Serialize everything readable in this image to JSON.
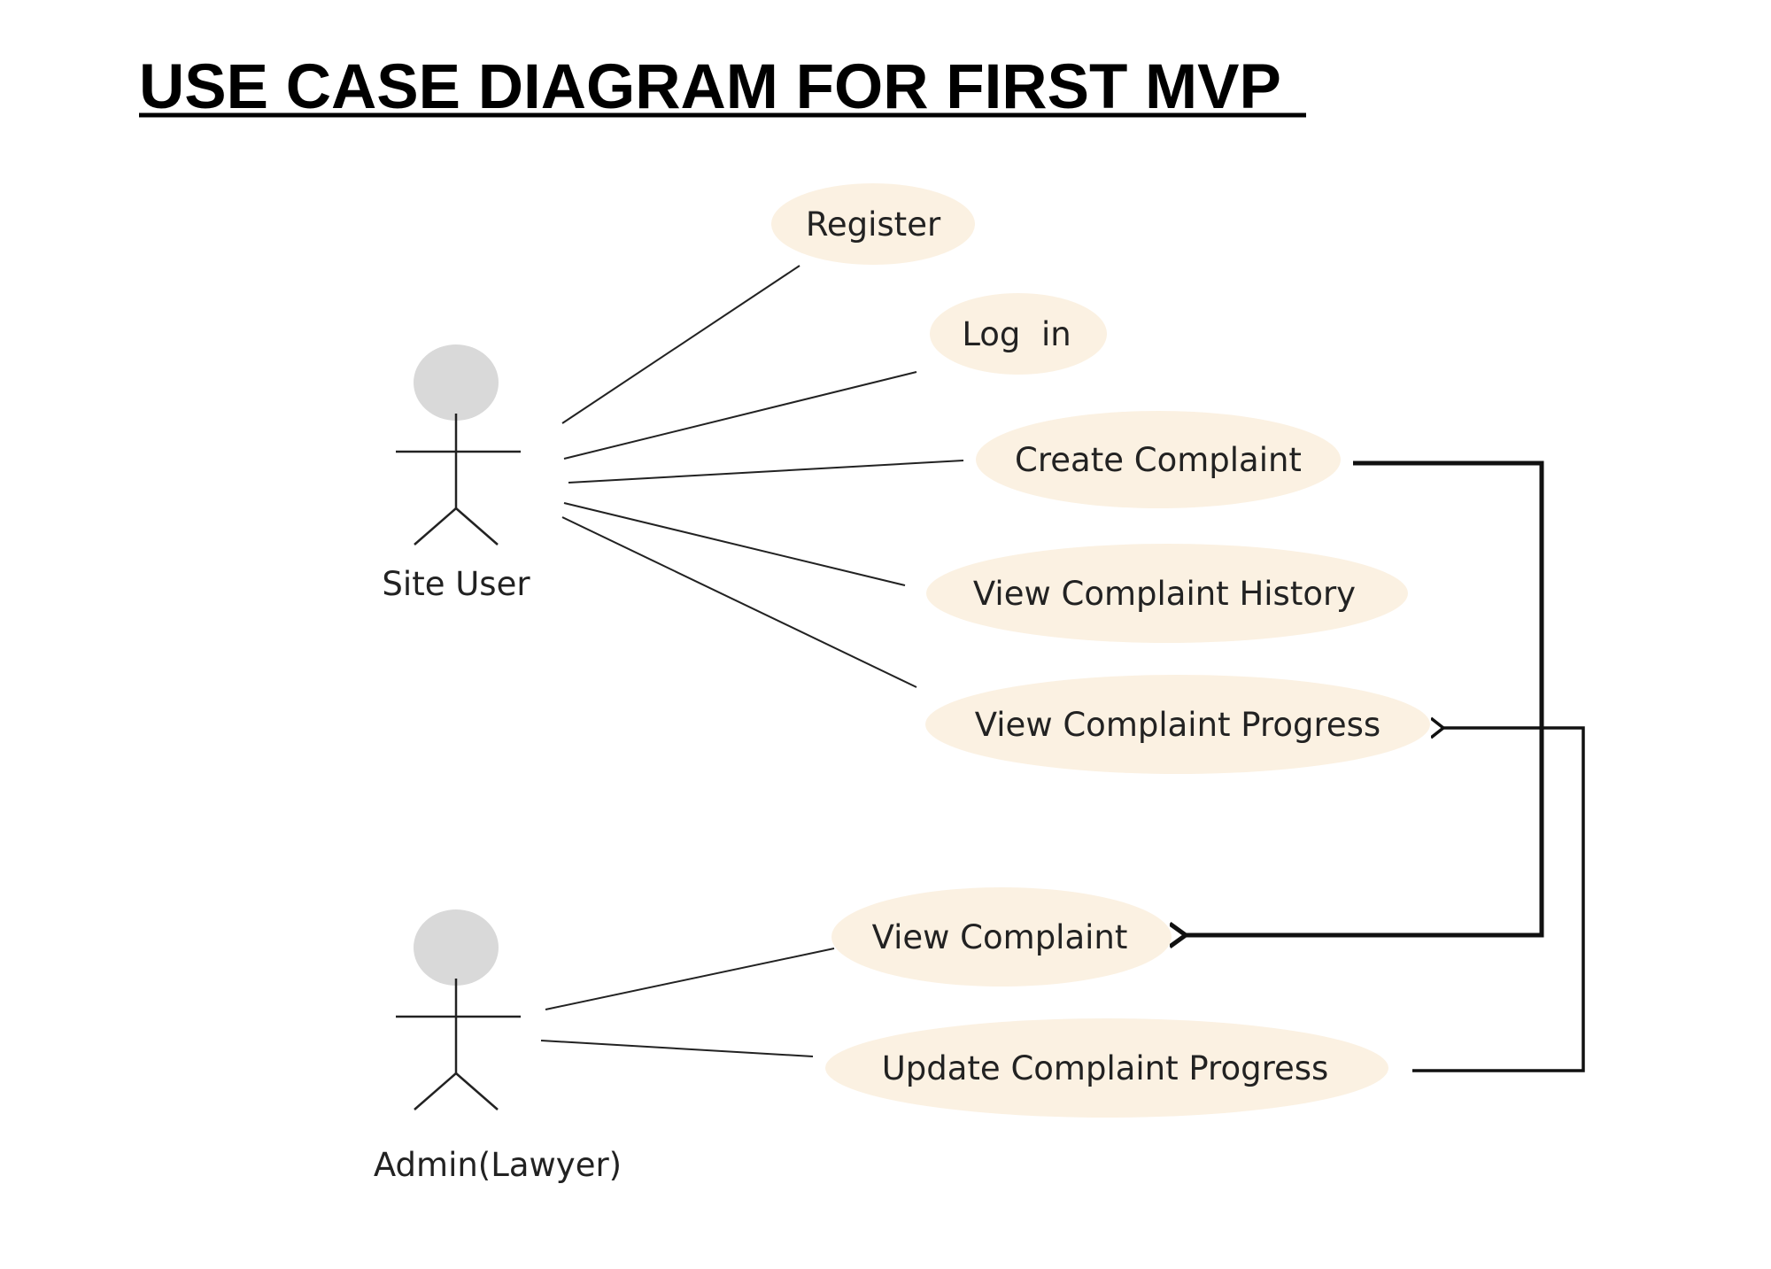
{
  "diagram": {
    "title": "USE CASE DIAGRAM FOR FIRST MVP",
    "actors": [
      {
        "id": "site-user",
        "label": "Site User"
      },
      {
        "id": "admin",
        "label": "Admin(Lawyer)"
      }
    ],
    "use_cases": [
      {
        "id": "register",
        "label": "Register"
      },
      {
        "id": "login",
        "label": "Log  in"
      },
      {
        "id": "create-complaint",
        "label": "Create Complaint"
      },
      {
        "id": "view-complaint-history",
        "label": "View Complaint History"
      },
      {
        "id": "view-complaint-progress",
        "label": "View Complaint Progress"
      },
      {
        "id": "view-complaint",
        "label": "View Complaint"
      },
      {
        "id": "update-complaint-progress",
        "label": "Update Complaint Progress"
      }
    ],
    "associations": [
      {
        "actor": "site-user",
        "use_case": "register"
      },
      {
        "actor": "site-user",
        "use_case": "login"
      },
      {
        "actor": "site-user",
        "use_case": "create-complaint"
      },
      {
        "actor": "site-user",
        "use_case": "view-complaint-history"
      },
      {
        "actor": "site-user",
        "use_case": "view-complaint-progress"
      },
      {
        "actor": "admin",
        "use_case": "view-complaint"
      },
      {
        "actor": "admin",
        "use_case": "update-complaint-progress"
      }
    ],
    "flows": [
      {
        "from": "create-complaint",
        "to": "view-complaint"
      },
      {
        "from": "update-complaint-progress",
        "to": "view-complaint-progress"
      }
    ],
    "colors": {
      "use_case_fill": "#fbf1e2",
      "actor_head_fill": "#d9d9d9",
      "line": "#222222"
    }
  }
}
